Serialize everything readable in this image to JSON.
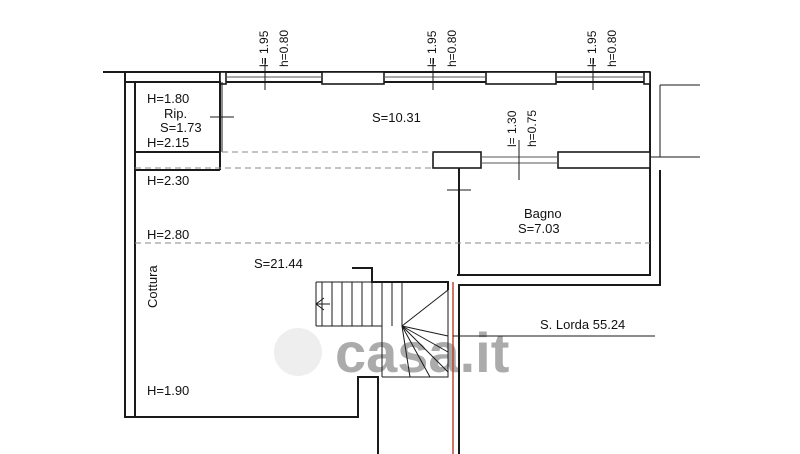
{
  "rooms": {
    "ripostiglio": {
      "h_top": "H=1.80",
      "name": "Rip.",
      "area": "S=1.73",
      "h_bottom": "H=2.15"
    },
    "main_top": {
      "area": "S=10.31"
    },
    "bagno": {
      "name": "Bagno",
      "area": "S=7.03"
    },
    "living": {
      "area": "S=21.44",
      "cottura": "Cottura"
    }
  },
  "heights": {
    "h230": "H=2.30",
    "h280": "H=2.80",
    "h190": "H=1.90"
  },
  "windows": [
    {
      "l": "l= 1.95",
      "h": "h=0.80"
    },
    {
      "l": "l= 1.95",
      "h": "h=0.80"
    },
    {
      "l": "l= 1.95",
      "h": "h=0.80"
    },
    {
      "l": "l= 1.30",
      "h": "h=0.75"
    }
  ],
  "summary": {
    "lorda": "S. Lorda 55.24"
  },
  "watermark": "casa.it",
  "colors": {
    "wall": "#1a1a1a",
    "dashed": "#8a8a8a",
    "stair_edge": "#c0392b",
    "watermark": "#c8c8c8"
  }
}
